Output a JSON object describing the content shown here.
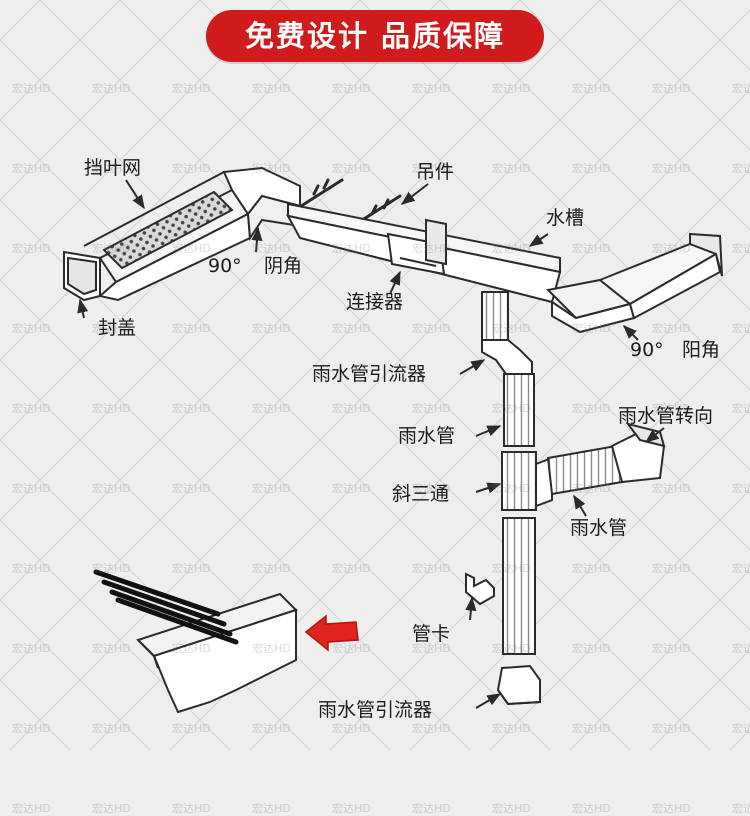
{
  "banner": {
    "text": "免费设计 品质保障",
    "color": "#cf1b1b"
  },
  "watermark": {
    "text": "宏达HD"
  },
  "labels": {
    "leaf_guard": "挡叶网",
    "hanger": "吊件",
    "gutter": "水槽",
    "angle_left": "90°",
    "inner_corner": "阴角",
    "end_cap": "封盖",
    "connector": "连接器",
    "angle_right": "90°",
    "outer_corner": "阳角",
    "outlet_top": "雨水管引流器",
    "downpipe_1": "雨水管",
    "elbow": "雨水管转向",
    "branch_tee": "斜三通",
    "downpipe_2": "雨水管",
    "pipe_clip": "管卡",
    "outlet_bottom": "雨水管引流器"
  },
  "colors": {
    "background": "#eeeeee",
    "line": "#2b2b2b",
    "accent": "#e0231e"
  }
}
